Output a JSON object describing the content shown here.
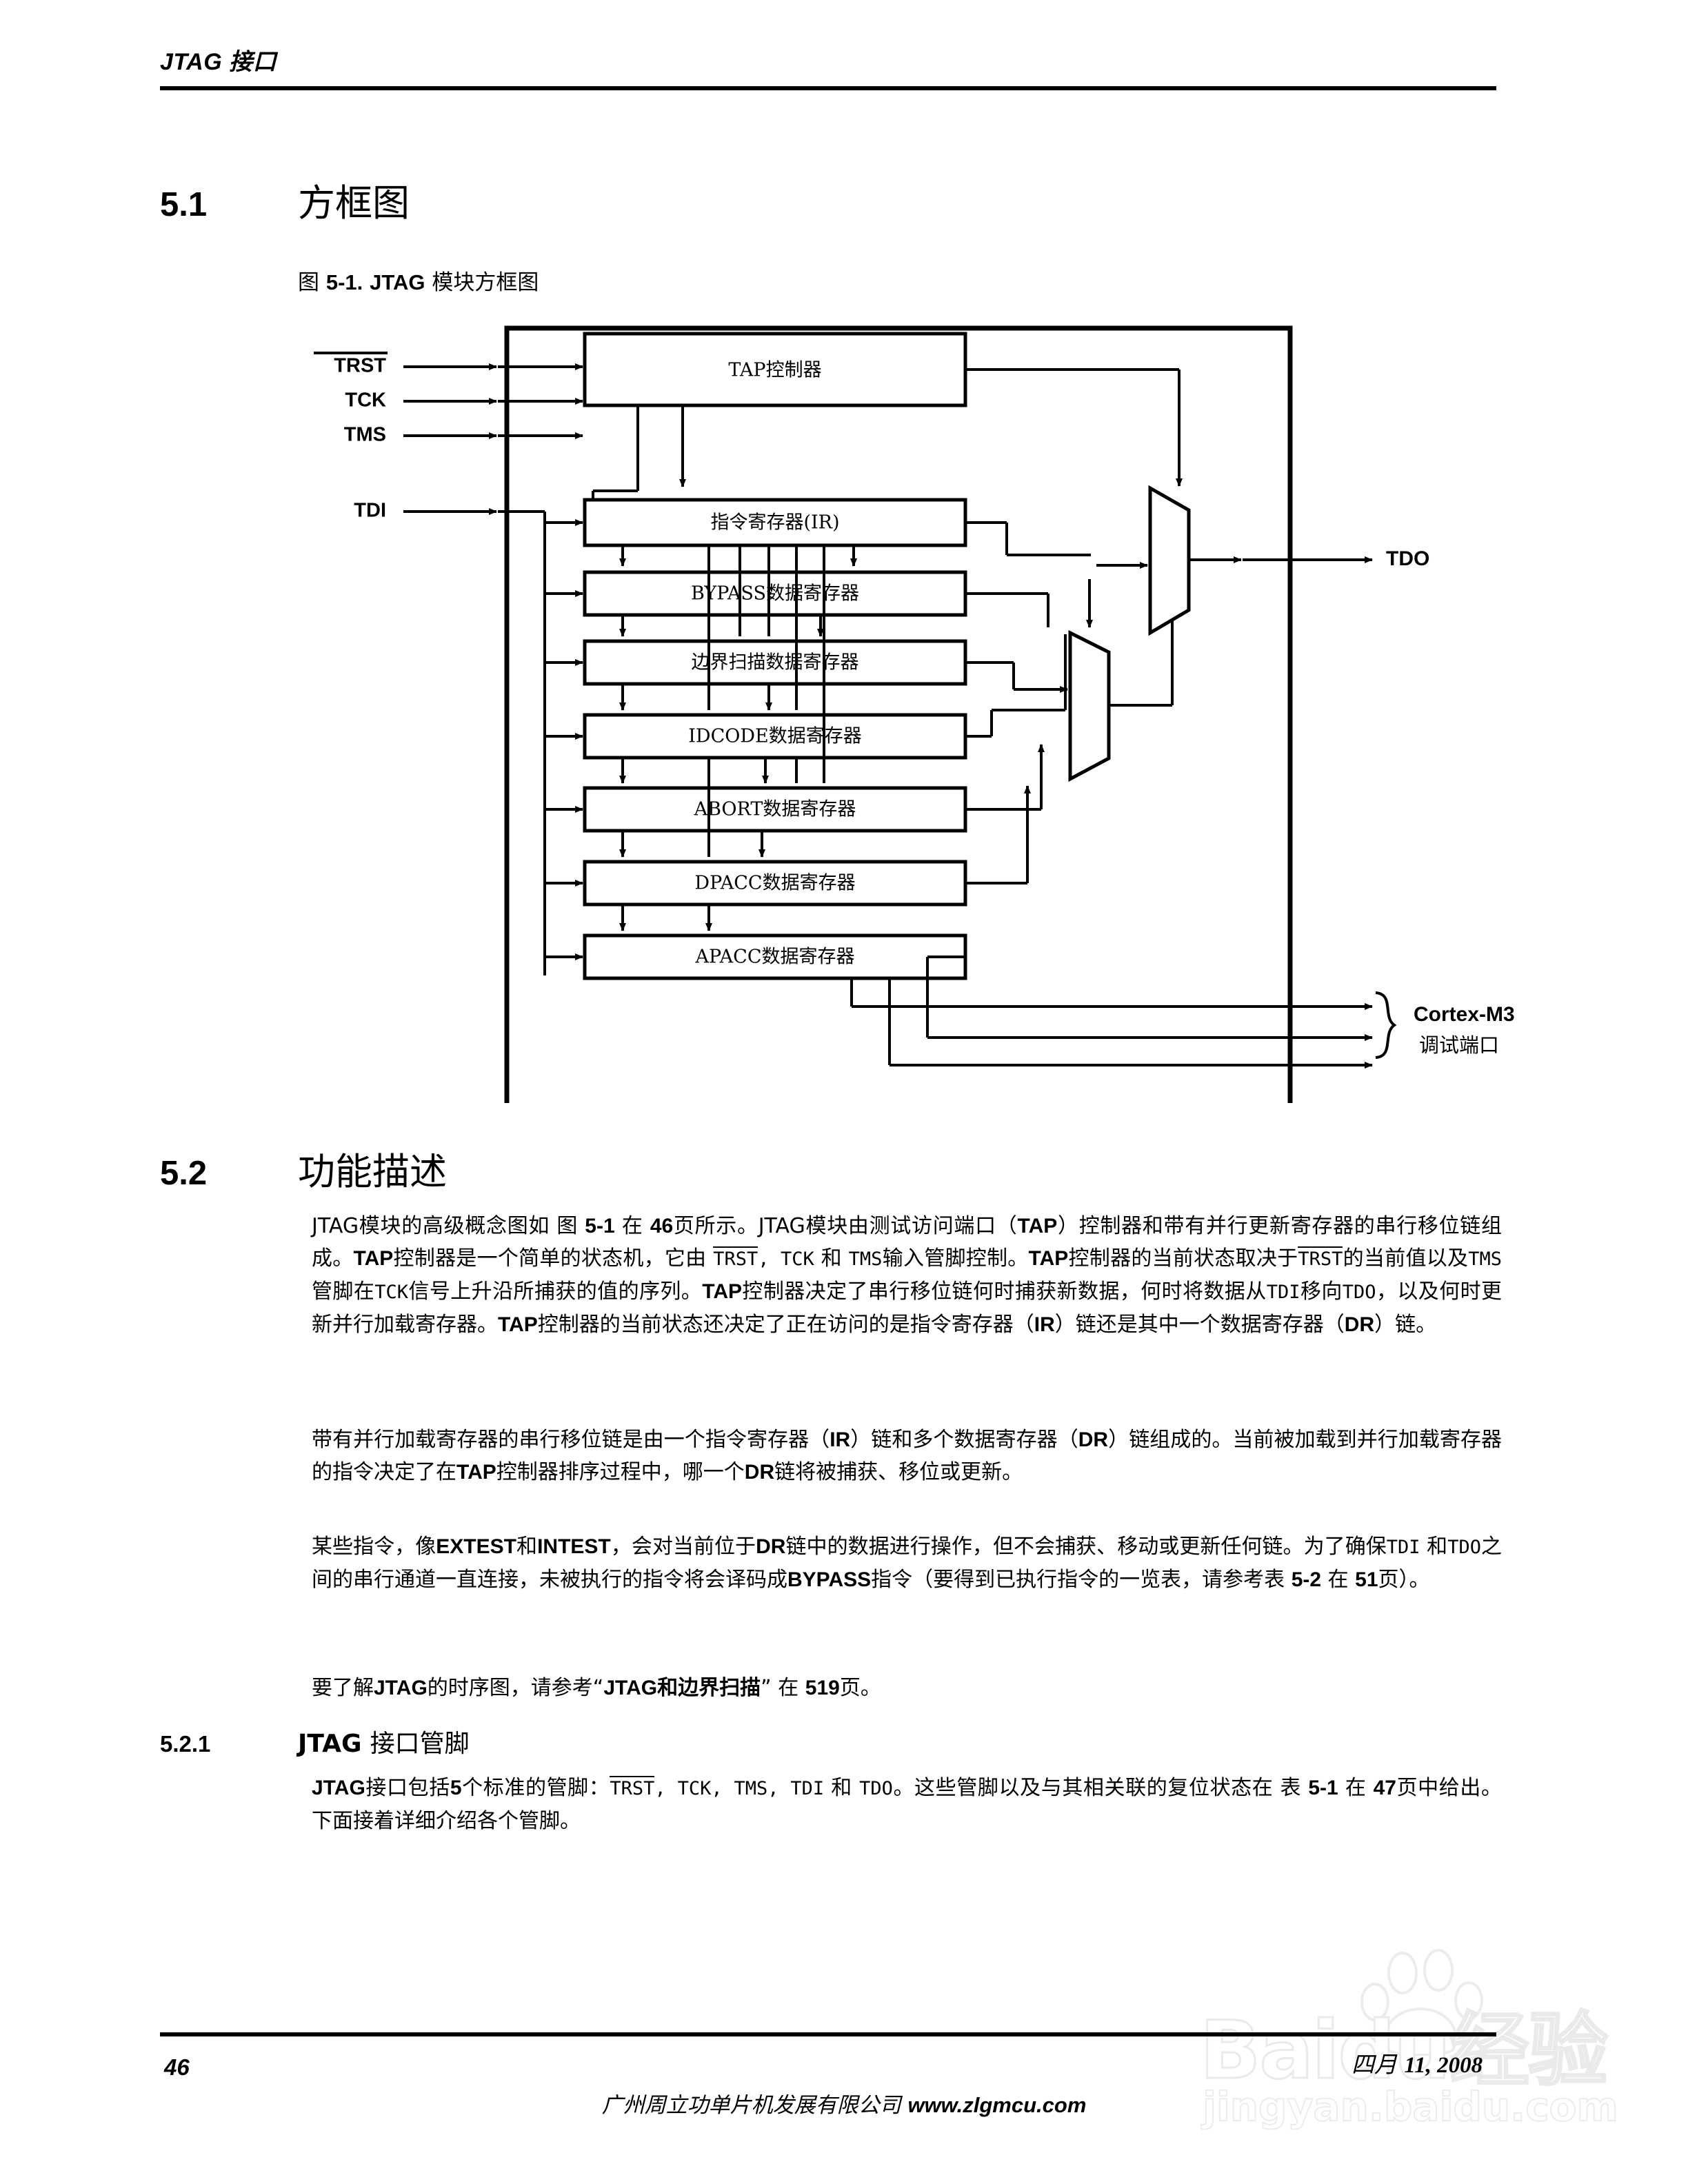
{
  "header": {
    "running_title_en": "JTAG",
    "running_title_cn": "接口"
  },
  "sections": {
    "s51": {
      "number": "5.1",
      "title": "方框图"
    },
    "s52": {
      "number": "5.2",
      "title": "功能描述"
    },
    "s521": {
      "number": "5.2.1",
      "title_en": "JTAG",
      "title_cn": "接口管脚"
    }
  },
  "figure": {
    "caption_prefix": "图",
    "caption_number": "5-1.",
    "caption_name_en": "JTAG",
    "caption_name_cn": "模块方框图",
    "pins": {
      "trst": "TRST",
      "tck": "TCK",
      "tms": "TMS",
      "tdi": "TDI",
      "tdo": "TDO"
    },
    "blocks": [
      "TAP控制器",
      "指令寄存器(IR)",
      "BYPASS数据寄存器",
      "边界扫描数据寄存器",
      "IDCODE数据寄存器",
      "ABORT数据寄存器",
      "DPACC数据寄存器",
      "APACC数据寄存器"
    ],
    "side_label_title": "Cortex-M3",
    "side_label_sub": "调试端口"
  },
  "body": {
    "p1": {
      "t1": "JTAG模块的高级概念图如 图 ",
      "b1": "5-1",
      "t2": " 在 ",
      "b2": "46",
      "t3": "页所示。JTAG模块由测试访问端口（",
      "b3": "TAP",
      "t4": "）控制器和带有并行更新寄存器的串行移位链组成。",
      "b4": "TAP",
      "t5": "控制器是一个简单的状态机，它由 ",
      "m1": "TRST",
      "t6": ", ",
      "m2": "TCK",
      "t7": " 和 ",
      "m3": "TMS",
      "t8": "输入管脚控制。",
      "b5": "TAP",
      "t9": "控制器的当前状态取决于",
      "m4": "TRST",
      "t10": "的当前值以及",
      "m5": "TMS",
      "t11": "管脚在",
      "m6": "TCK",
      "t12": "信号上升沿所捕获的值的序列。",
      "b6": "TAP",
      "t13": "控制器决定了串行移位链何时捕获新数据，何时将数据从",
      "m7": "TDI",
      "t14": "移向",
      "m8": "TDO",
      "t15": "，以及何时更新并行加载寄存器。",
      "b7": "TAP",
      "t16": "控制器的当前状态还决定了正在访问的是指令寄存器（",
      "b8": "IR",
      "t17": "）链还是其中一个数据寄存器（",
      "b9": "DR",
      "t18": "）链。"
    },
    "p2": {
      "t1": "带有并行加载寄存器的串行移位链是由一个指令寄存器（",
      "b1": "IR",
      "t2": "）链和多个数据寄存器（",
      "b2": "DR",
      "t3": "）链组成的。当前被加载到并行加载寄存器的指令决定了在",
      "b3": "TAP",
      "t4": "控制器排序过程中，哪一个",
      "b4": "DR",
      "t5": "链将被捕获、移位或更新。"
    },
    "p3": {
      "t1": "某些指令，像",
      "b1": "EXTEST",
      "t2": "和",
      "b2": "INTEST",
      "t3": "，会对当前位于",
      "b3": "DR",
      "t4": "链中的数据进行操作，但不会捕获、移动或更新任何链。为了确保",
      "m1": "TDI",
      "t5": " 和",
      "m2": "TDO",
      "t6": "之间的串行通道一直连接，未被执行的指令将会译码成",
      "b4": "BYPASS",
      "t7": "指令（要得到已执行指令的一览表，请参考表 ",
      "b5": "5-2",
      "t8": " 在 ",
      "b6": "51",
      "t9": "页）。"
    },
    "p4": {
      "t1": "要了解",
      "b1": "JTAG",
      "t2": "的时序图，请参考“",
      "b2": "JTAG",
      "b3": "和边界扫描",
      "t3": "” 在 ",
      "b4": "519",
      "t4": "页。"
    },
    "p5": {
      "t1": "JTAG",
      "t2": "接口包括",
      "b1": "5",
      "t3": "个标准的管脚：",
      "m1": "TRST",
      "t4": ", ",
      "m2": "TCK",
      "t5": ", ",
      "m3": "TMS",
      "t6": ", ",
      "m4": "TDI",
      "t7": " 和 ",
      "m5": "TDO",
      "t8": "。这些管脚以及与其相关联的复位状态在 表 ",
      "b2": "5-1",
      "t9": " 在 ",
      "b3": "47",
      "t10": "页中给出。下面接着详细介绍各个管脚。"
    }
  },
  "footer": {
    "page_number": "46",
    "company_cn": "广州周立功单片机发展有限公司",
    "url": "www.zlgmcu.com",
    "date_cn": "四月",
    "date_rest": "11, 2008"
  },
  "watermark": {
    "main": "Baidu经验",
    "sub": "jingyan.baidu.com"
  }
}
